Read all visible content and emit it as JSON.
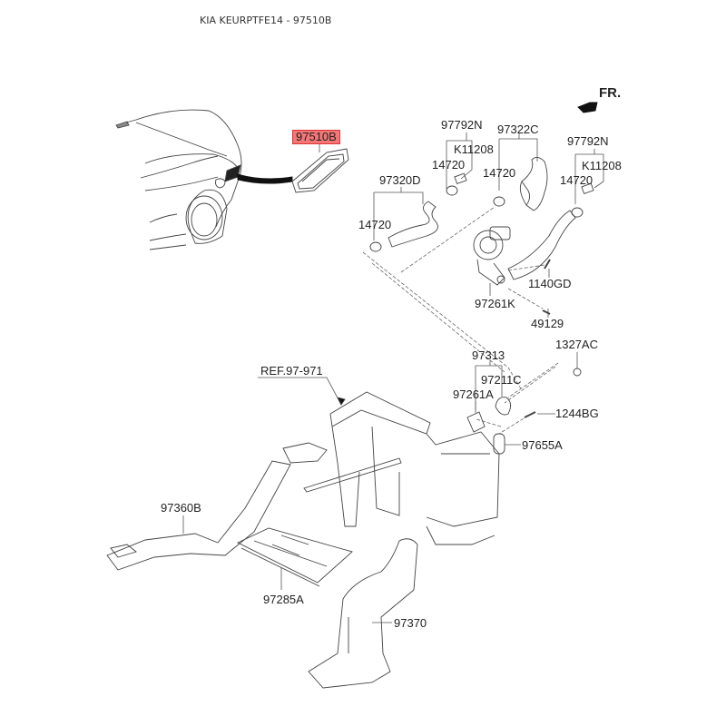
{
  "title": "KIA KEURPTFE14 - 97510B",
  "orientation_label": "FR.",
  "reference_label": "REF.97-971",
  "highlight_color": "#f47777",
  "parts": {
    "p97510B": "97510B",
    "p97792N_left": "97792N",
    "pK11208_left": "K11208",
    "p14720_top_left": "14720",
    "p97322C": "97322C",
    "p14720_mid": "14720",
    "p97792N_right": "97792N",
    "pK11208_right": "K11208",
    "p14720_right": "14720",
    "p97320D": "97320D",
    "p14720_left": "14720",
    "p1140GD": "1140GD",
    "p97261K": "97261K",
    "p49129": "49129",
    "p1327AC": "1327AC",
    "p97313": "97313",
    "p97211C": "97211C",
    "p97261A": "97261A",
    "p1244BG": "1244BG",
    "p97655A": "97655A",
    "p97360B": "97360B",
    "p97285A": "97285A",
    "p97370": "97370"
  }
}
